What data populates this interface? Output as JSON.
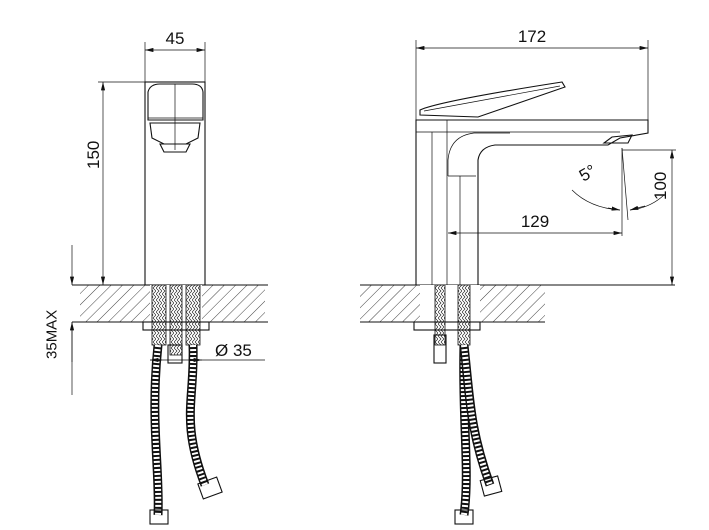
{
  "front_view": {
    "width_dim": "45",
    "height_dim": "150",
    "counter_max_dim": "35MAX",
    "hole_dim": "Ø 35"
  },
  "side_view": {
    "length_dim": "172",
    "reach_dim": "129",
    "angle_dim": "5°",
    "spout_height_dim": "100"
  },
  "colors": {
    "line": "#111111",
    "background": "#ffffff"
  }
}
